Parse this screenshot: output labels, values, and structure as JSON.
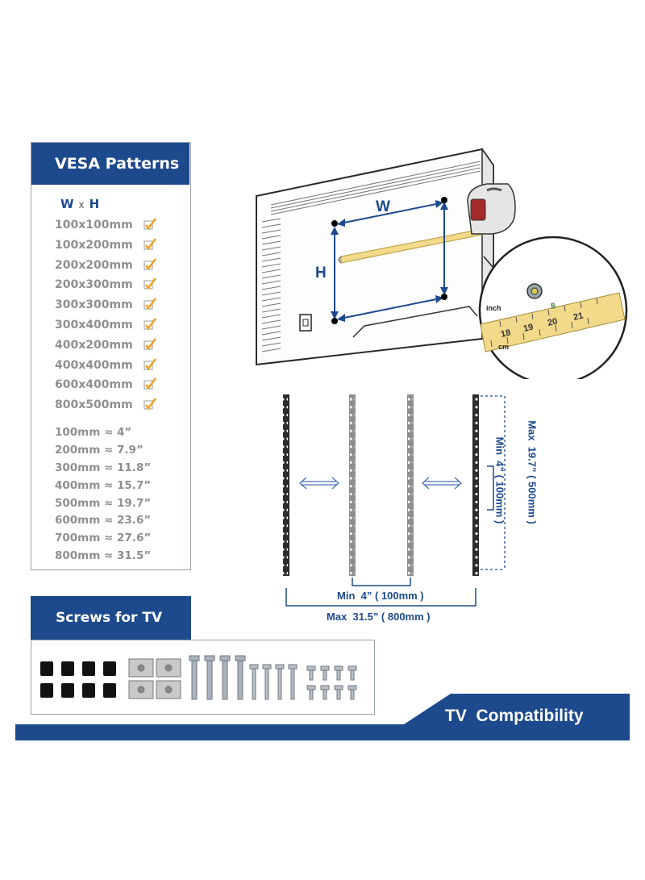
{
  "vesa": {
    "title": "VESA Patterns",
    "wh": {
      "w": "W",
      "x": "x",
      "h": "H"
    },
    "patterns": [
      "100x100mm",
      "100x200mm",
      "200x200mm",
      "200x300mm",
      "300x300mm",
      "300x400mm",
      "400x200mm",
      "400x400mm",
      "600x400mm",
      "800x500mm"
    ],
    "conversions": [
      "100mm ≈ 4”",
      "200mm ≈ 7.9”",
      "300mm ≈ 11.8”",
      "400mm ≈ 15.7”",
      "500mm ≈ 19.7”",
      "600mm ≈ 23.6”",
      "700mm ≈ 27.6”",
      "800mm ≈ 31.5”"
    ]
  },
  "diagram": {
    "w_label": "W",
    "h_label": "H",
    "inch_label": "inch",
    "cm_label": "cm",
    "tape_numbers": [
      "18",
      "19",
      "20",
      "21"
    ],
    "tape_inch_number": "8"
  },
  "dimensions": {
    "min_width": "Min  4” ( 100mm )",
    "max_width": "Max  31.5” ( 800mm )",
    "min_height": "Min  4” ( 100mm )",
    "max_height": "Max  19.7” ( 500mm )"
  },
  "screws": {
    "title": "Screws for TV"
  },
  "footer": {
    "label": "TV  Compatibility"
  },
  "colors": {
    "brand_blue": "#1d4a8c",
    "check_orange": "#f0a020",
    "tape_yellow": "#f3d98a"
  }
}
